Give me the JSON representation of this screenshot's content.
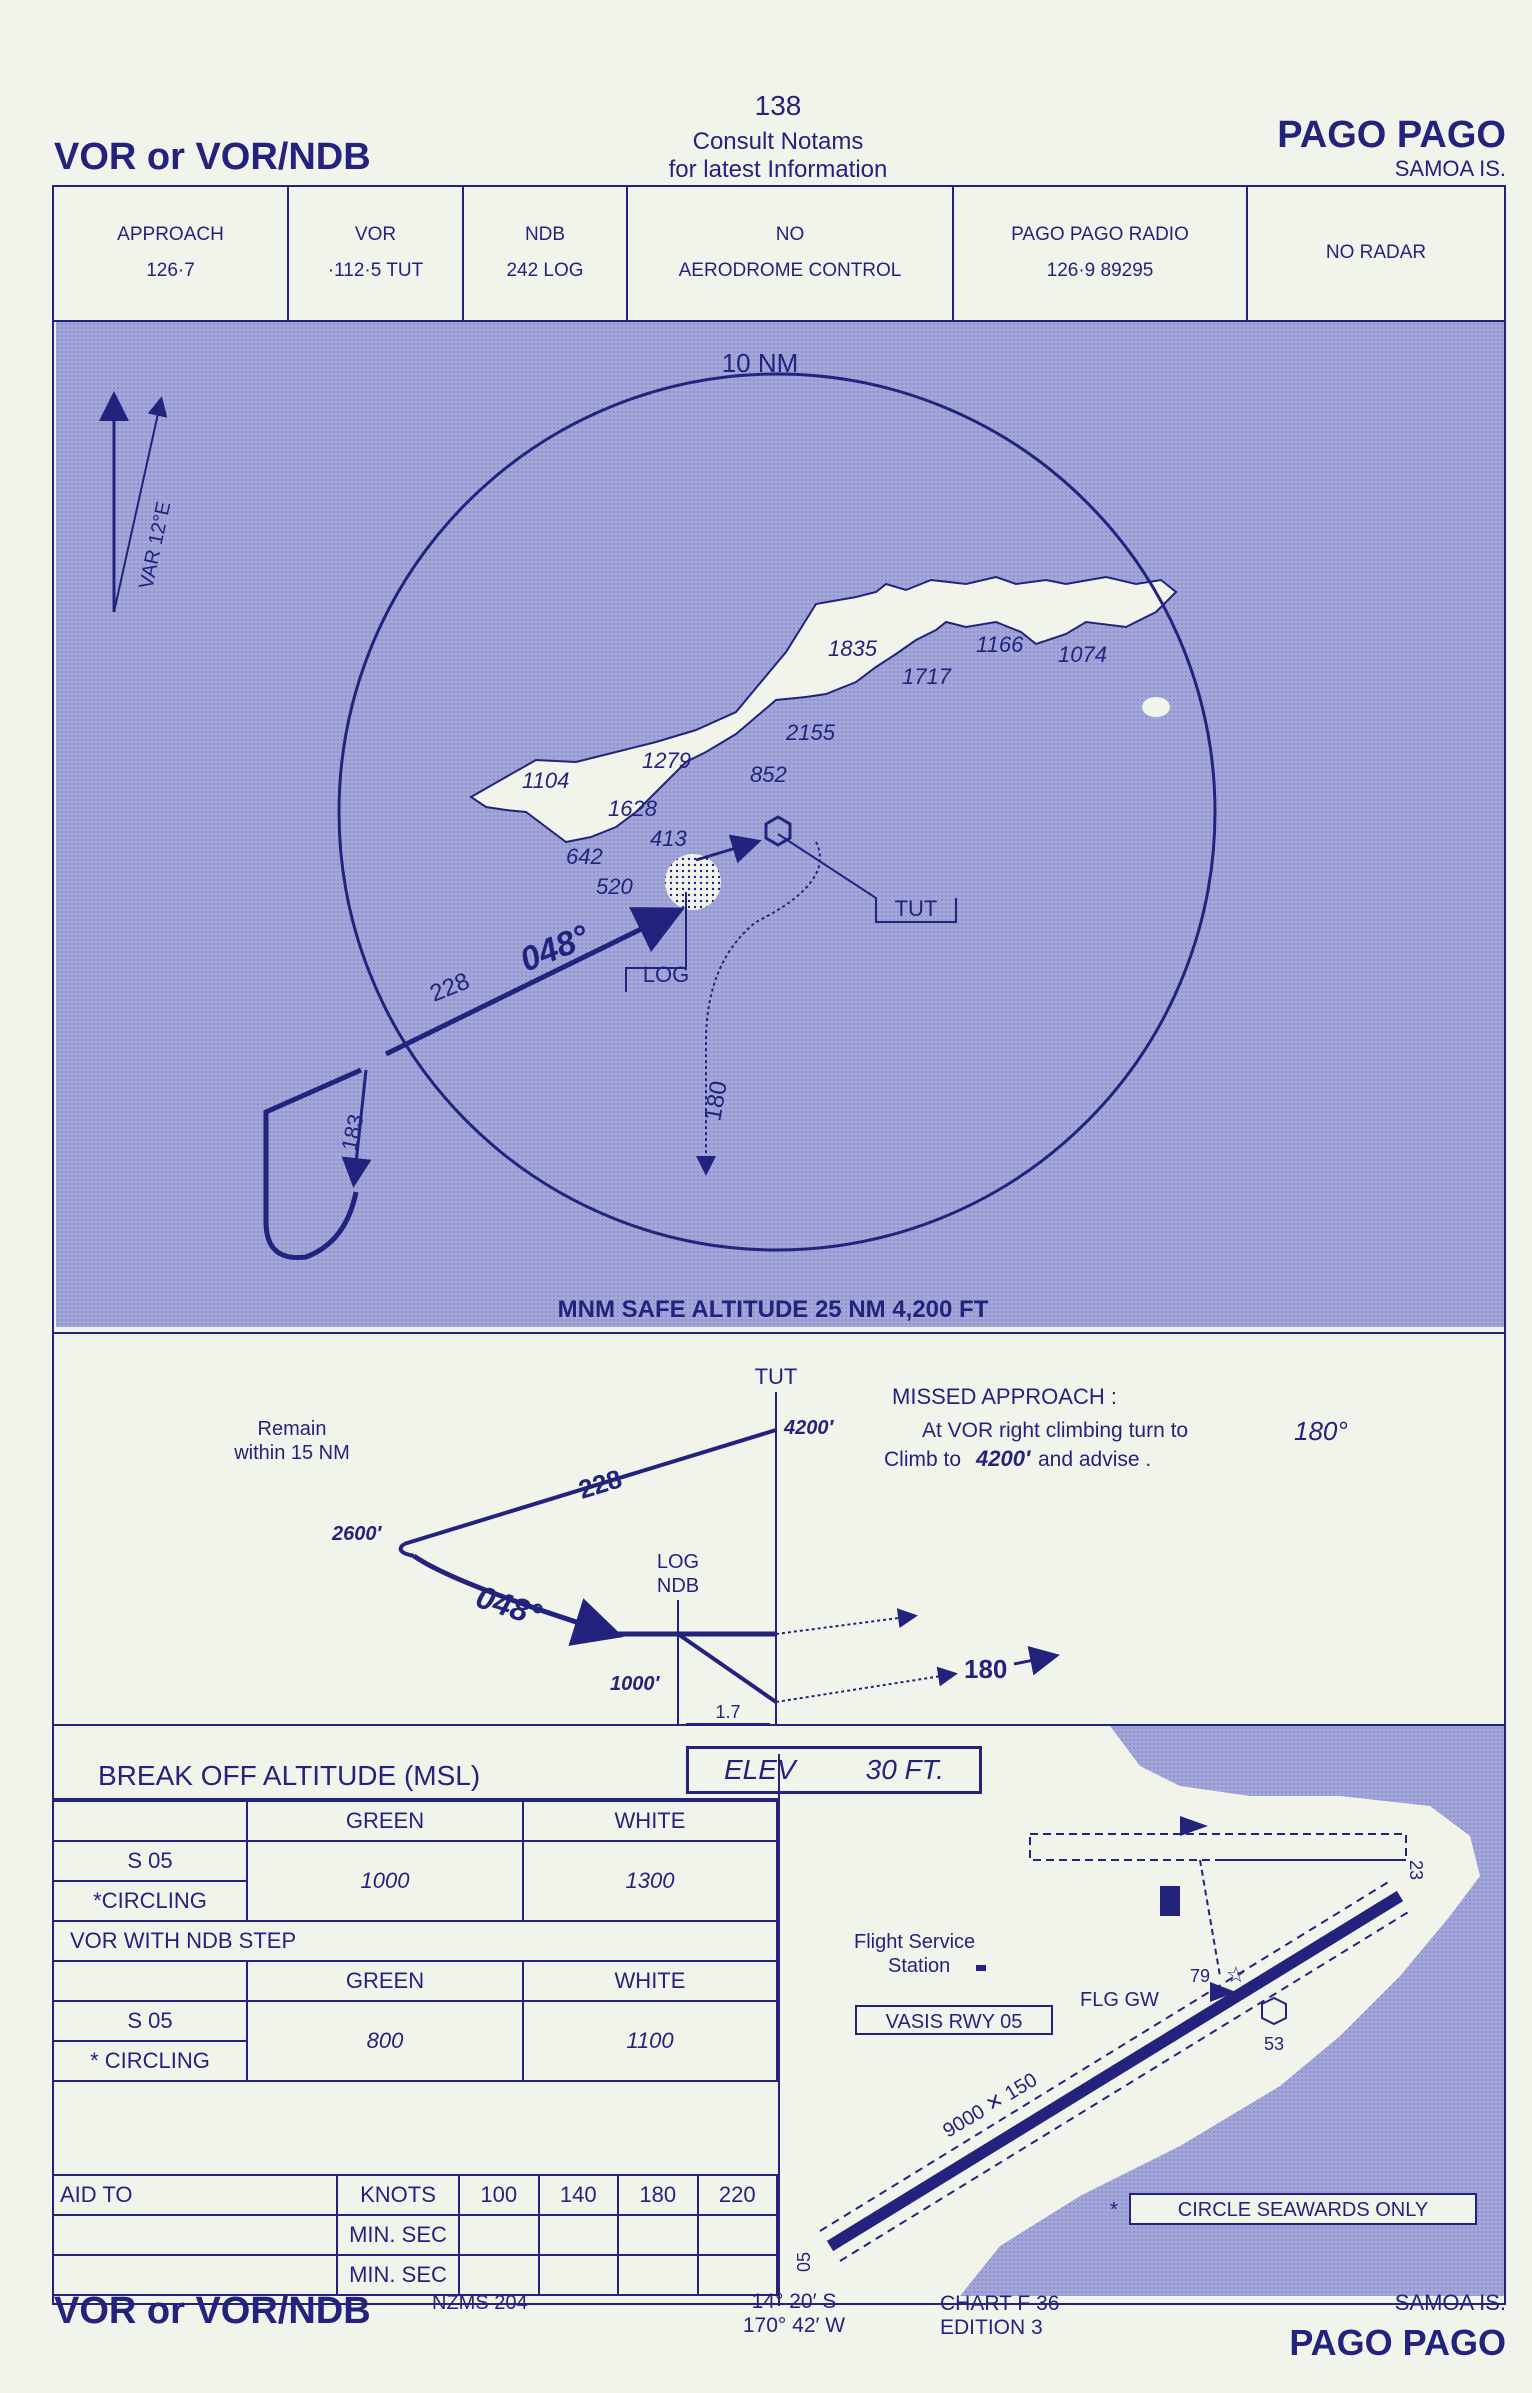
{
  "header": {
    "page_number": "138",
    "notam_line1": "Consult  Notams",
    "notam_line2": "for  latest  Information",
    "procedure_title": "VOR or VOR/NDB",
    "location": "PAGO  PAGO",
    "region": "SAMOA IS."
  },
  "frequencies": [
    {
      "title": "APPROACH",
      "value": "126·7"
    },
    {
      "title": "VOR",
      "value": "·112·5 TUT"
    },
    {
      "title": "NDB",
      "value": "242 LOG"
    },
    {
      "title": "NO",
      "value": "AERODROME CONTROL"
    },
    {
      "title": "PAGO PAGO   RADIO",
      "value": "126·9  89295"
    },
    {
      "title": "NO RADAR",
      "value": ""
    }
  ],
  "plan": {
    "ring_label": "10 NM",
    "var_label": "VAR 12°E",
    "msa": "MNM SAFE ALTITUDE 25 NM  4,200 FT",
    "spot_heights": [
      "1835",
      "1717",
      "1166",
      "1074",
      "2155",
      "852",
      "1279",
      "1104",
      "1628",
      "413",
      "642",
      "520"
    ],
    "vor_label": "TUT",
    "ndb_label": "LOG",
    "tracks": {
      "inbound": "048°",
      "outbound": "228",
      "procedure_turn": "183",
      "missed": "180"
    }
  },
  "profile": {
    "remain_line1": "Remain",
    "remain_line2": "within 15 NM",
    "fix_label": "TUT",
    "fix_alt": "4200′",
    "turn_alt": "2600′",
    "ndb_line1": "LOG",
    "ndb_line2": "NDB",
    "ndb_alt": "1000′",
    "outbound": "228",
    "inbound": "048°",
    "missed_track": "180",
    "distance": "1.7",
    "missed_title": "MISSED APPROACH :",
    "missed_line1": "At VOR  right  climbing  turn to",
    "missed_turn": "180°",
    "missed_line2_a": "Climb to",
    "missed_line2_alt": "4200′",
    "missed_line2_b": "and  advise ."
  },
  "minima": {
    "title": "BREAK  OFF  ALTITUDE (MSL)",
    "elev_label": "ELEV",
    "elev_value": "30 FT.",
    "col_green": "GREEN",
    "col_white": "WHITE",
    "vor": {
      "row1": "S 05",
      "row2": "*CIRCLING",
      "green": "1000",
      "white": "1300"
    },
    "step_title": "VOR  WITH  NDB  STEP",
    "step": {
      "row1": "S 05",
      "row2": "* CIRCLING",
      "green": "800",
      "white": "1100"
    },
    "timing": {
      "aid_to": "AID TO",
      "knots": "KNOTS",
      "speeds": [
        "100",
        "140",
        "180",
        "220"
      ],
      "min_sec": "MIN. SEC"
    }
  },
  "aerodrome": {
    "fss_line1": "Flight Service",
    "fss_line2": "Station",
    "vasis": "VASIS RWY  05",
    "runway": "9000 ✕ 150",
    "rwy_05": "05",
    "rwy_23": "23",
    "flg": "FLG GW",
    "h79": "79",
    "h53": "53",
    "circle_note": "CIRCLE SEAWARDS ONLY"
  },
  "footer": {
    "title": "VOR or VOR/NDB",
    "nzms": "NZMS 204",
    "lat": "14°  20′  S",
    "lon": "170°  42′  W",
    "chart": "CHART  F 36",
    "edition": "EDITION  3",
    "region": "SAMOA IS.",
    "location": "PAGO  PAGO"
  },
  "colors": {
    "ink": "#23237e",
    "paper": "#f1f4ea",
    "sea": "#9a9dd4"
  }
}
